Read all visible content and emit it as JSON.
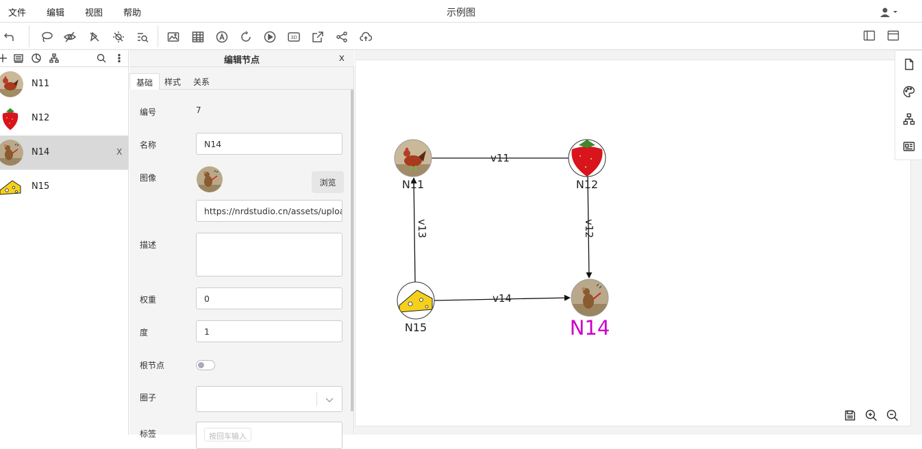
{
  "menu": {
    "file": "文件",
    "edit": "编辑",
    "view": "视图",
    "help": "帮助"
  },
  "app_title": "示例图",
  "node_list": [
    {
      "label": "N11",
      "image": "rooster"
    },
    {
      "label": "N12",
      "image": "strawberry"
    },
    {
      "label": "N14",
      "image": "mouse",
      "selected": true,
      "delete": "X"
    },
    {
      "label": "N15",
      "image": "cheese"
    }
  ],
  "edit_panel": {
    "title": "编辑节点",
    "close": "x",
    "tabs": [
      "基础",
      "样式",
      "关系"
    ],
    "fields": {
      "id_label": "编号",
      "id_value": "7",
      "name_label": "名称",
      "name_value": "N14",
      "image_label": "图像",
      "browse": "浏览",
      "url_value": "https://nrdstudio.cn/assets/uploa",
      "desc_label": "描述",
      "weight_label": "权重",
      "weight_value": "0",
      "degree_label": "度",
      "degree_value": "1",
      "root_label": "根节点",
      "root_value": false,
      "circle_label": "圈子",
      "tag_label": "标签",
      "tag_placeholder": "按回车输入"
    }
  },
  "graph": {
    "nodes": [
      {
        "id": "N11",
        "label": "N11",
        "image": "rooster"
      },
      {
        "id": "N12",
        "label": "N12",
        "image": "strawberry"
      },
      {
        "id": "N15",
        "label": "N15",
        "image": "cheese"
      },
      {
        "id": "N14",
        "label": "N14",
        "image": "mouse",
        "highlight_color": "#cc00cc"
      }
    ],
    "edges": [
      {
        "label": "v11",
        "from": "N11",
        "to": "N12"
      },
      {
        "label": "v12",
        "from": "N12",
        "to": "N14"
      },
      {
        "label": "v13",
        "from": "N15",
        "to": "N11"
      },
      {
        "label": "v14",
        "from": "N15",
        "to": "N14"
      }
    ]
  },
  "colors": {
    "selected_row": "#d9d9d9",
    "highlight_label": "#cc00cc"
  }
}
